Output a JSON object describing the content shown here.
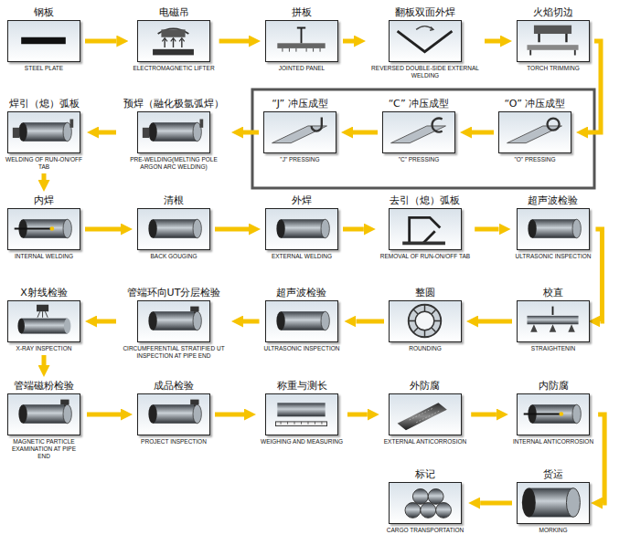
{
  "diagram": {
    "nodes": [
      {
        "text": [
          "钢板",
          "STEEL PLATE"
        ]
      },
      {
        "text": [
          "电磁吊",
          "ELECTROMAGNETIC LIFTER"
        ]
      },
      {
        "text": [
          "拼板",
          "JOINTED PANEL"
        ]
      },
      {
        "text": [
          "翻板双面外焊",
          "REVERSED DOUBLE-SIDE EXTERNAL WELDING"
        ]
      },
      {
        "text": [
          "火焰切边",
          "TORCH TRIMMING"
        ]
      },
      {
        "text": [
          "“O” 冲压成型",
          "\"O\" PRESSING"
        ]
      },
      {
        "text": [
          "“C” 冲压成型",
          "\"C\" PRESSING"
        ]
      },
      {
        "text": [
          "“J” 冲压成型",
          "\"J\" PRESSING"
        ]
      },
      {
        "text": [
          "预焊（融化极氩弧焊）",
          "PRE-WELDING(MELTING POLE ARGON ARC WELDING)"
        ]
      },
      {
        "text": [
          "焊引（熄）弧板",
          "WELDING OF RUN-ON/OFF TAB"
        ]
      },
      {
        "text": [
          "内焊",
          "INTERNAL WELDING"
        ]
      },
      {
        "text": [
          "清根",
          "BACK GOUGING"
        ]
      },
      {
        "text": [
          "外焊",
          "EXTERNAL WELDING"
        ]
      },
      {
        "text": [
          "去引（熄）弧板",
          "REMOVAL OF RUN-ON/OFF TAB"
        ]
      },
      {
        "text": [
          "超声波检验",
          "ULTRASONIC INSPECTION"
        ]
      },
      {
        "text": [
          "校直",
          "STRAIGHTENIN"
        ]
      },
      {
        "text": [
          "整圆",
          "ROUNDING"
        ]
      },
      {
        "text": [
          "超声波检验",
          "ULTRASONIC INSPECTION"
        ]
      },
      {
        "text": [
          "管端环向UT分层检验",
          "CIRCUMFERENTIAL STRATIFIED UT INSPECTION AT PIPE END"
        ]
      },
      {
        "text": [
          "X射线检验",
          "X-RAY INSPECTION"
        ]
      },
      {
        "text": [
          "管端磁粉检验",
          "MAGNETIC PARTICLE EXAMINATION AT PIPE END"
        ]
      },
      {
        "text": [
          "成品检验",
          "PROJECT INSPECTION"
        ]
      },
      {
        "text": [
          "称重与测长",
          "WEIGHING AND MEASURING"
        ]
      },
      {
        "text": [
          "外防腐",
          "EXTERNAL ANTICORROSION"
        ]
      },
      {
        "text": [
          "内防腐",
          "INTERNAL ANTICORROSION"
        ]
      },
      {
        "text": [
          "货运",
          "MORKING"
        ]
      },
      {
        "text": [
          "标记",
          "CARGO TRANSPORTATION"
        ]
      }
    ],
    "edges": [
      {
        "from": 0,
        "to": 1,
        "arrow": "to"
      },
      {
        "from": 1,
        "to": 2,
        "arrow": "to"
      },
      {
        "from": 2,
        "to": 3,
        "arrow": "to"
      },
      {
        "from": 3,
        "to": 4,
        "arrow": "to"
      },
      {
        "from": 4,
        "to": 5,
        "arrow": "to"
      },
      {
        "from": 5,
        "to": 6,
        "arrow": "to"
      },
      {
        "from": 6,
        "to": 7,
        "arrow": "to"
      },
      {
        "from": 7,
        "to": 8,
        "arrow": "to"
      },
      {
        "from": 8,
        "to": 9,
        "arrow": "to"
      },
      {
        "from": 9,
        "to": 10,
        "arrow": "to"
      },
      {
        "from": 10,
        "to": 11,
        "arrow": "to"
      },
      {
        "from": 11,
        "to": 12,
        "arrow": "to"
      },
      {
        "from": 12,
        "to": 13,
        "arrow": "to"
      },
      {
        "from": 13,
        "to": 14,
        "arrow": "to"
      },
      {
        "from": 14,
        "to": 15,
        "arrow": "to"
      },
      {
        "from": 15,
        "to": 16,
        "arrow": "to"
      },
      {
        "from": 16,
        "to": 17,
        "arrow": "to"
      },
      {
        "from": 17,
        "to": 18,
        "arrow": "to"
      },
      {
        "from": 18,
        "to": 19,
        "arrow": "to"
      },
      {
        "from": 19,
        "to": 20,
        "arrow": "to"
      },
      {
        "from": 20,
        "to": 21,
        "arrow": "to"
      },
      {
        "from": 21,
        "to": 22,
        "arrow": "to"
      },
      {
        "from": 22,
        "to": 23,
        "arrow": "to"
      },
      {
        "from": 23,
        "to": 24,
        "arrow": "to"
      },
      {
        "from": 24,
        "to": 25,
        "arrow": "to"
      },
      {
        "from": 25,
        "to": 26,
        "arrow": "to"
      }
    ]
  }
}
